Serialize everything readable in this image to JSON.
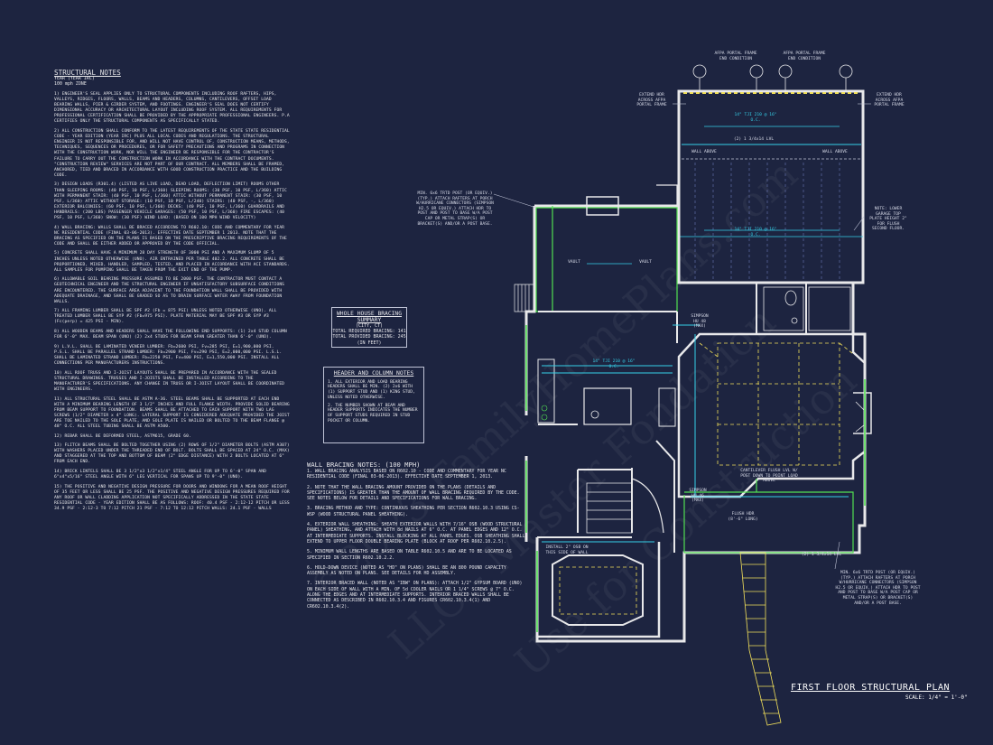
{
  "structural_notes": {
    "title": "STRUCTURAL NOTES",
    "subtitle1": "YEAR (YEAR IRC)",
    "subtitle2": "100 mph ZONE",
    "paragraphs": [
      "1) ENGINEER'S SEAL APPLIES ONLY TO STRUCTURAL COMPONENTS INCLUDING ROOF RAFTERS, HIPS, VALLEYS, RIDGES, FLOORS, WALLS, BEAMS AND HEADERS, COLUMNS, CANTILEVERS, OFFSET LOAD BEARING WALLS, PIER & GIRDER SYSTEM, AND FOOTINGS. ENGINEER'S SEAL DOES NOT CERTIFY DIMENSIONAL ACCURACY OR ARCHITECTURAL LAYOUT INCLUDING ROOF SYSTEM. ALL REQUIREMENTS FOR PROFESSIONAL CERTIFICATION SHALL BE PROVIDED BY THE APPROPRIATE PROFESSIONAL ENGINEERS. P.A CERTIFIES ONLY THE STRUCTURAL COMPONENTS AS SPECIFICALLY STATED.",
      "2) ALL CONSTRUCTION SHALL CONFORM TO THE LATEST REQUIREMENTS OF THE STATE STATE RESIDENTIAL CODE - YEAR EDITION (YEAR IRC) PLUS ALL LOCAL CODES AND REGULATIONS. THE STRUCTURAL ENGINEER IS NOT RESPONSIBLE FOR, AND WILL NOT HAVE CONTROL OF, CONSTRUCTION MEANS, METHODS, TECHNIQUES, SEQUENCES OR PROCEDURES, OR FOR SAFETY PRECAUTIONS AND PROGRAMS IN CONNECTION WITH THE CONSTRUCTION WORK, NOR WILL THE ENGINEER BE RESPONSIBLE FOR THE CONTRACTOR'S FAILURE TO CARRY OUT THE CONSTRUCTION WORK IN ACCORDANCE WITH THE CONTRACT DOCUMENTS. \"CONSTRUCTION REVIEW\" SERVICES ARE NOT PART OF OUR CONTRACT. ALL MEMBERS SHALL BE FRAMED, ANCHORED, TIED AND BRACED IN ACCORDANCE WITH GOOD CONSTRUCTION PRACTICE AND THE BUILDING CODE.",
      "3) DESIGN LOADS (R301.4) (LISTED AS LIVE LOAD, DEAD LOAD, DEFLECTION LIMIT) ROOMS OTHER THAN SLEEPING ROOMS: (40 PSF, 10 PSF, L/360) SLEEPING ROOMS: (30 PSF, 10 PSF, L/360) ATTIC WITH PERMANENT STAIR: (40 PSF, 10 PSF, L/360) ATTIC WITHOUT PERMANENT STAIR: (30 PSF, 10 PSF, L/360) ATTIC WITHOUT STORAGE: (10 PSF, 10 PSF, L/240) STAIRS: (40 PSF, -, L/360) EXTERIOR BALCONIES: (60 PSF, 10 PSF, L/360) DECKS: (40 PSF, 10 PSF, L/360) GUARDRAILS AND HANDRAILS: (200 LBS) PASSENGER VEHICLE GARAGES: (50 PSF, 10 PSF, L/360) FIRE ESCAPES: (40 PSF, 10 PSF, L/360) SNOW: (30 PSF) WIND LOAD: (BASED ON 100 MPH WIND VELOCITY)",
      "4) WALL BRACING: WALLS SHALL BE BRACED ACCORDING TO R602.10: CODE AND COMMENTARY FOR YEAR NC RESIDENTIAL CODE (FINAL 03-06-2013). EFFECTIVE DATE SEPTEMBER 1 2013. NOTE THAT THE BRACING AS SPECIFIED ON THE PLANS IS BASED ON THE PRESCRIPTIVE BRACING REQUIREMENTS OF THE CODE AND SHALL BE EITHER ADDED OR APPROVED BY THE CODE OFFICIAL.",
      "5) CONCRETE SHALL HAVE A MINIMUM 28 DAY STRENGTH OF 3000 PSI AND A MAXIMUM SLUMP OF 5 INCHES UNLESS NOTED OTHERWISE (UNO). AIR ENTRAINED PER TABLE 402.2. ALL CONCRETE SHALL BE PROPORTIONED, MIXED, HANDLED, SAMPLED, TESTED, AND PLACED IN ACCORDANCE WITH ACI STANDARDS. ALL SAMPLES FOR PUMPING SHALL BE TAKEN FROM THE EXIT END OF THE PUMP.",
      "6) ALLOWABLE SOIL BEARING PRESSURE ASSUMED TO BE 2000 PSF. THE CONTRACTOR MUST CONTACT A GEOTECHNICAL ENGINEER AND THE STRUCTURAL ENGINEER IF UNSATISFACTORY SUBSURFACE CONDITIONS ARE ENCOUNTERED. THE SURFACE AREA ADJACENT TO THE FOUNDATION WALL SHALL BE PROVIDED WITH ADEQUATE DRAINAGE, AND SHALL BE GRADED SO AS TO DRAIN SURFACE WATER AWAY FROM FOUNDATION WALLS.",
      "7) ALL FRAMING LUMBER SHALL BE SPF #2 (Fb = 875 PSI) UNLESS NOTED OTHERWISE (UNO). ALL TREATED LUMBER SHALL BE SYP #2 (Fb=975 PSI). PLATE MATERIAL MAY BE SPF #3 OR SYP #3 (Fc(perp) = 425 PSI - MIN).",
      "8) ALL WOODEN BEAMS AND HEADERS SHALL HAVE THE FOLLOWING END SUPPORTS: (1) 2x4 STUD COLUMN FOR 6'-0\" MAX. BEAM SPAN (UNO) (2) 2x4 STUDS FOR BEAM SPAN GREATER THAN 6'-0\" (UNO).",
      "9) L.V.L. SHALL BE LAMINATED VENEER LUMBER: Fb=2600 PSI, Fv=285 PSI, E=1,900,000 PSI. P.S.L. SHALL BE PARALLEL STRAND LUMBER: Fb=2900 PSI, Fv=290 PSI, E=2,000,000 PSI. L.S.L. SHALL BE LAMINATED STRAND LUMBER: Fb=2250 PSI, Fv=400 PSI, E=1,550,000 PSI. INSTALL ALL CONNECTIONS PER MANUFACTURERS INSTRUCTIONS.",
      "10) ALL ROOF TRUSS AND I-JOIST LAYOUTS SHALL BE PREPARED IN ACCORDANCE WITH THE SEALED STRUCTURAL DRAWINGS. TRUSSES AND I-JOISTS SHALL BE INSTALLED ACCORDING TO THE MANUFACTURER'S SPECIFICATIONS. ANY CHANGE IN TRUSS OR I-JOIST LAYOUT SHALL BE COORDINATED WITH ENGINEERS.",
      "11) ALL STRUCTURAL STEEL SHALL BE ASTM A-36. STEEL BEAMS SHALL BE SUPPORTED AT EACH END WITH A MINIMUM BEARING LENGTH OF 3 1/2\" INCHES AND FULL FLANGE WIDTH. PROVIDE SOLID BEARING FROM BEAM SUPPORT TO FOUNDATION. BEAMS SHALL BE ATTACHED TO EACH SUPPORT WITH TWO LAG SCREWS (1/2\" DIAMETER x 4\" LONG). LATERAL SUPPORT IS CONSIDERED ADEQUATE PROVIDED THE JOIST ARE TOE NAILED TO THE SOLE PLATE, AND SOLE PLATE IS NAILED OR BOLTED TO THE BEAM FLANGE @ 48\" O.C. ALL STEEL TUBING SHALL BE ASTM A500.",
      "12) REBAR SHALL BE DEFORMED STEEL, ASTM615, GRADE 60.",
      "13) FLITCH BEAMS SHALL BE BOLTED TOGETHER USING (2) ROWS OF 1/2\" DIAMETER BOLTS (ASTM A307) WITH WASHERS PLACED UNDER THE THREADED END OF BOLT. BOLTS SHALL BE SPACED AT 24\" O.C. (MAX) AND STAGGERED AT THE TOP AND BOTTOM OF BEAM (2\" EDGE DISTANCE) WITH 2 BOLTS LOCATED AT 6\" FROM EACH END.",
      "14) BRICK LINTELS SHALL BE 3 1/2\"x3 1/2\"x1/4\" STEEL ANGLE FOR UP TO 6'-0\" SPAN AND 6\"x4\"x5/16\" STEEL ANGLE WITH 6\" LEG VERTICAL FOR SPANS UP TO 9'-0\" (UNO).",
      "15) THE POSITIVE AND NEGATIVE DESIGN PRESSURE FOR DOORS AND WINDOWS FOR A MEAN ROOF HEIGHT OF 35 FEET OR LESS SHALL BE 25 PSF. THE POSITIVE AND NEGATIVE DESIGN PRESSURES REQUIRED FOR ANY ROOF OR WALL CLADDING APPLICATION NOT SPECIFICALLY ADDRESSED IN THE STATE STATE RESIDENTIAL CODE - YEAR EDITION SHALL BE AS FOLLOWS: ROOF: 40.4 PSF - 2:12-12 PITCH OR LESS 34.9 PSF - 2:12-3 TO 7:12 PITCH 21 PSF - 7:12 TO 12:12 PITCH WALLS: 24.1 PSF - WALLS"
    ]
  },
  "bracing_summary": {
    "title": "WHOLE HOUSE BRACING SUMMARY",
    "line1": "(CITY, CT)",
    "line2": "TOTAL REQUIRED BRACING: 141",
    "line3": "TOTAL PROVIDED BRACING: 245",
    "line4": "(IN FEET)"
  },
  "header_notes": {
    "title": "HEADER AND COLUMN NOTES",
    "note1": "1. ALL EXTERIOR AND LOAD BEARING HEADERS SHALL BE MIN. (2) 2x6 WITH (1) SUPPORT STUD AND (1) KING STUD, UNLESS NOTED OTHERWISE.",
    "note2": "2. THE NUMBER SHOWN AT BEAM AND HEADER SUPPORTS INDICATES THE NUMBER OF SUPPORT STUDS REQUIRED IN STUD POCKET OR COLUMN."
  },
  "wall_bracing_notes": {
    "title": "WALL BRACING NOTES: (100 MPH)",
    "notes": [
      "1. WALL BRACING ANALYSIS BASED ON R602.10 - CODE AND COMMENTARY FOR YEAR NC RESIDENTIAL CODE (FINAL 03-06-2013). EFFECTIVE DATE SEPTEMBER 1, 2013.",
      "2. NOTE THAT THE WALL BRACING AMOUNT PROVIDED ON THE PLANS (DETAILS AND SPECIFICATIONS) IS GREATER THAN THE AMOUNT OF WALL BRACING REQUIRED BY THE CODE. SEE NOTES BELOW FOR DETAILS AND SPECIFICATIONS FOR WALL BRACING.",
      "3. BRACING METHOD AND TYPE: CONTINUOUS SHEATHING PER SECTION R602.10.3 USING CS-WSP (WOOD STRUCTURAL PANEL SHEATHING).",
      "4. EXTERIOR WALL SHEATHING: SHEATH EXTERIOR WALLS WITH 7/16\" OSB (WOOD STRUCTURAL PANEL) SHEATHING, AND ATTACH WITH 8d NAILS AT 6\" O.C. AT PANEL EDGES AND 12\" O.C. AT INTERMEDIATE SUPPORTS. INSTALL BLOCKING AT ALL PANEL EDGES. OSB SHEATHING SHALL EXTEND TO UPPER FLOOR DOUBLE BEARING PLATE (BLOCK AT ROOF PER R602.10.2.5).",
      "5. MINIMUM WALL LENGTHS ARE BASED ON TABLE R602.10.5 AND ARE TO BE LOCATED AS SPECIFIED IN SECTION R602.10.2.2.",
      "6. HOLD-DOWN DEVICE (NOTED AS \"HD\" ON PLANS) SHALL BE AN 800 POUND CAPACITY ASSEMBLY AS NOTED ON PLANS. SEE DETAILS FOR HD ASSEMBLY.",
      "7. INTERIOR BRACED WALL (NOTED AS \"IBW\" ON PLANS): ATTACH 1/2\" GYPSUM BOARD (UNO) ON EACH SIDE OF WALL WITH A MIN. OF 5d COOLER NAILS OR 1 1/4\" SCREWS @ 7\" O.C. ALONG THE EDGES AND AT INTERMEDIATE SUPPORTS. INTERIOR BRACED WALLS SHALL BE CONNECTED AS DESCRIBED IN R602.10.3.4 AND FIGURES CR602.10.3.4(1) AND CR602.10.3.4(2)."
    ]
  },
  "plan": {
    "title": "FIRST FLOOR STRUCTURAL PLAN",
    "scale": "SCALE: 1/4\" = 1'-0\"",
    "callouts": {
      "afpa_left": "AFPA PORTAL FRAME END CONDITION",
      "afpa_right": "AFPA PORTAL FRAME END CONDITION",
      "ext_hdr_left": "EXTEND HDR ACROSS AFPA PORTAL FRAME",
      "ext_hdr_right": "EXTEND HDR ACROSS AFPA PORTAL FRAME",
      "note_lower_garage": "NOTE: LOWER GARAGE TOP PLATE HEIGHT 2\" FOR FLUSH SECOND FLOOR.",
      "post_top": "MIN. 6x6 TRTD POST (OR EQUIV.) (TYP.) ATTACH RAFTERS AT PORCH W/HURRICANE CONNECTORS (SIMPSON H2.5 OR EQUIV.) ATTACH HDR TO POST AND POST TO BASE W/A POST CAP OR METAL STRAP(S) OR BRACKET(S) AND/OR A POST BASE.",
      "post_bottom": "MIN. 6x6 TRTD POST (OR EQUIV.) (TYP.) ATTACH RAFTERS AT PORCH W/HURRICANE CONNECTORS (SIMPSON H2.5 OR EQUIV.) ATTACH HDR TO POST AND POST TO BASE W/A POST CAP OR METAL STRAP(S) OR BRACKET(S) AND/OR A POST BASE.",
      "cantilever": "CANTILEVER FLUSH LVL W/ POST DOWN TO POINT LOAD ABOVE",
      "install": "INSTALL 2\" OSB ON THIS SIDE OF WALL",
      "wall_above_l": "WALL ABOVE",
      "wall_above_r": "WALL ABOVE",
      "vault_l": "VAULT",
      "vault_r": "VAULT",
      "lvl_1": "(2) 1 3/4x14 LVL",
      "lvl_2": "(2) 1 3/4x14 LVL",
      "flush_hdr": "FLUSH HDR (8'-6\" LONG)",
      "simpson_1": "SIMPSON HU 48 (MAX)",
      "simpson_2": "SIMPSON HU 46 (MAX)",
      "joist_1": "14\" TJI 210 @ 16\" O.C.",
      "joist_2": "14\" TJI 210 @ 16\" O.C.",
      "joist_3": "14\" TJI 210 @ 16\" O.C."
    }
  },
  "watermark": [
    "©2023 FamilyHomePlans.com",
    "LLC - Master Fondation",
    "Use for Construction"
  ]
}
